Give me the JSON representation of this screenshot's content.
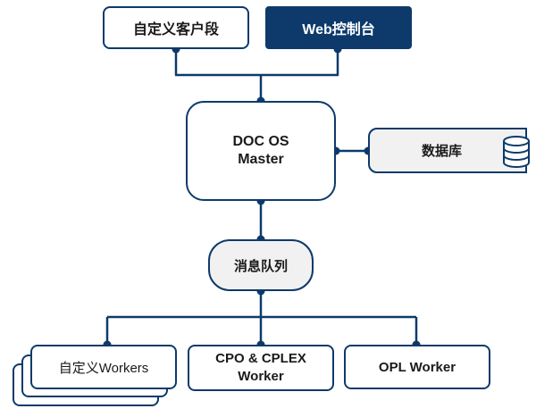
{
  "nodes": {
    "custom_client": "自定义客户段",
    "web_console": "Web控制台",
    "master_line1": "DOC OS",
    "master_line2": "Master",
    "database": "数据库",
    "message_queue": "消息队列",
    "custom_workers": "自定义Workers",
    "cpo_line1": "CPO & CPLEX",
    "cpo_line2": "Worker",
    "opl_worker": "OPL Worker"
  },
  "colors": {
    "stroke": "#0d3a6b",
    "filled_box": "#0d3a6b",
    "grey_fill": "#f1f1f1"
  }
}
